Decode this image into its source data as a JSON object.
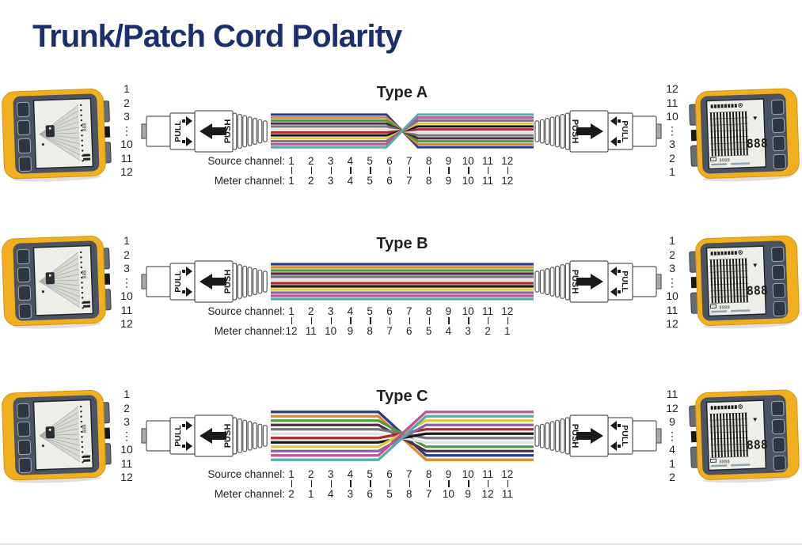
{
  "title": "Trunk/Patch Cord Polarity",
  "labels": {
    "source_channel": "Source channel:",
    "meter_channel": "Meter channel:"
  },
  "connector_labels": {
    "pull": "PULL",
    "push": "PUSH"
  },
  "device": {
    "meter_lcd_large_digits": "888",
    "meter_lcd_small_digits": "8888",
    "source_lcd_small_digits": "888"
  },
  "colors": {
    "title_text": "#1B2E6D",
    "body_text": "#231F20",
    "device_yellow": "#F2AF1D",
    "device_face": "#4A5361",
    "device_lcd": "#ECEEE7",
    "fiber_colors": [
      "#2A3A8C",
      "#DE8A26",
      "#4E9C3C",
      "#4F2E45",
      "#76787B",
      "#E3E3E3",
      "#B12A31",
      "#1A1A1A",
      "#D9CE36",
      "#8B63A1",
      "#C05397",
      "#55ABA5"
    ],
    "fiber_color_names": [
      "blue",
      "orange",
      "green",
      "brown",
      "slate",
      "white",
      "red",
      "black",
      "yellow",
      "violet",
      "rose",
      "aqua"
    ]
  },
  "sections": [
    {
      "type_label": "Type A",
      "polarity": "flip",
      "left_channels": [
        "1",
        "2",
        "3",
        "⋮",
        "10",
        "11",
        "12"
      ],
      "right_channels": [
        "12",
        "11",
        "10",
        "⋮",
        "3",
        "2",
        "1"
      ],
      "source_channels": [
        "1",
        "2",
        "3",
        "4",
        "5",
        "6",
        "7",
        "8",
        "9",
        "10",
        "11",
        "12"
      ],
      "meter_channels": [
        "1",
        "2",
        "3",
        "4",
        "5",
        "6",
        "7",
        "8",
        "9",
        "10",
        "11",
        "12"
      ]
    },
    {
      "type_label": "Type B",
      "polarity": "straight",
      "left_channels": [
        "1",
        "2",
        "3",
        "⋮",
        "10",
        "11",
        "12"
      ],
      "right_channels": [
        "1",
        "2",
        "3",
        "⋮",
        "10",
        "11",
        "12"
      ],
      "source_channels": [
        "1",
        "2",
        "3",
        "4",
        "5",
        "6",
        "7",
        "8",
        "9",
        "10",
        "11",
        "12"
      ],
      "meter_channels": [
        "12",
        "11",
        "10",
        "9",
        "8",
        "7",
        "6",
        "5",
        "4",
        "3",
        "2",
        "1"
      ]
    },
    {
      "type_label": "Type C",
      "polarity": "pair_flip",
      "left_channels": [
        "1",
        "2",
        "3",
        "⋮",
        "10",
        "11",
        "12"
      ],
      "right_channels": [
        "11",
        "12",
        "9",
        "⋮",
        "4",
        "1",
        "2"
      ],
      "source_channels": [
        "1",
        "2",
        "3",
        "4",
        "5",
        "6",
        "7",
        "8",
        "9",
        "10",
        "11",
        "12"
      ],
      "meter_channels": [
        "2",
        "1",
        "4",
        "3",
        "6",
        "5",
        "8",
        "7",
        "10",
        "9",
        "12",
        "11"
      ]
    }
  ]
}
